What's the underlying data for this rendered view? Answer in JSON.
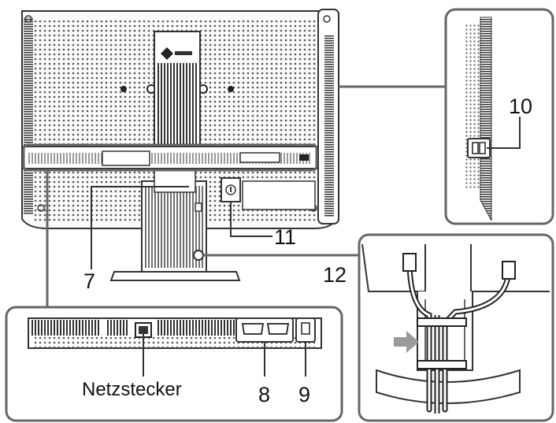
{
  "labels": {
    "stand": "7",
    "dvi_connectors": "8",
    "usb_port": "9",
    "power_switch_side": "10",
    "security_slot": "11",
    "cable_holder": "12",
    "power_connector": "Netzstecker"
  },
  "colors": {
    "line": "#333333",
    "panel_fill": "#f2f2f2",
    "vent_dots": "#555555",
    "dark": "#1a1a1a",
    "arrow": "#9a9a9a"
  }
}
